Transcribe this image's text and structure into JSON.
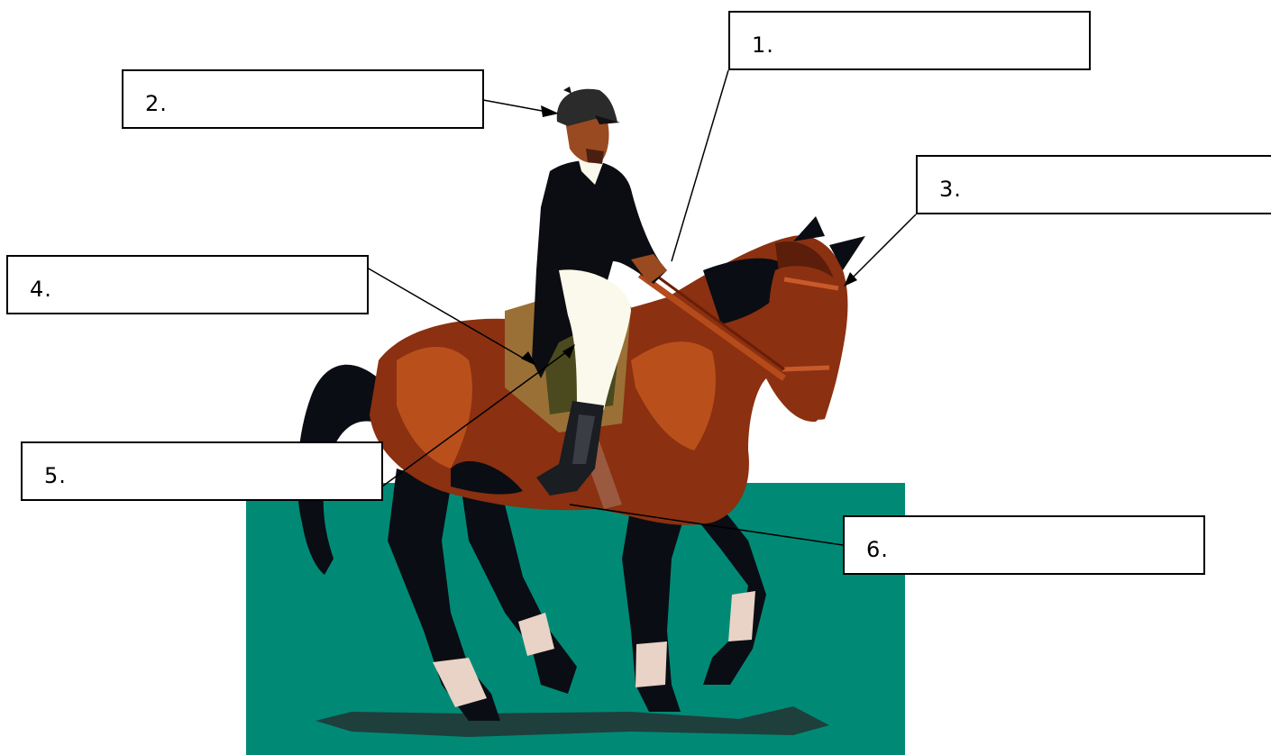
{
  "diagram": {
    "labels": [
      {
        "id": "1",
        "text": "1."
      },
      {
        "id": "2",
        "text": "2."
      },
      {
        "id": "3",
        "text": "3."
      },
      {
        "id": "4",
        "text": "4."
      },
      {
        "id": "5",
        "text": "5."
      },
      {
        "id": "6",
        "text": "6."
      }
    ],
    "colors": {
      "ground": "#008a76",
      "shadow": "#1e3f3c",
      "horse_coat": "#8b3010",
      "horse_highlight": "#b9501c",
      "horse_dark": "#0a0d14",
      "leg_wraps": "#e9d3c6",
      "saddle_pad": "#9a7036",
      "saddle_cloth": "#4a4a1e",
      "jacket": "#0b0d12",
      "breeches": "#fbf8ec",
      "skin": "#9a4a20"
    },
    "icons": [
      "horse-and-rider-illustration"
    ]
  }
}
